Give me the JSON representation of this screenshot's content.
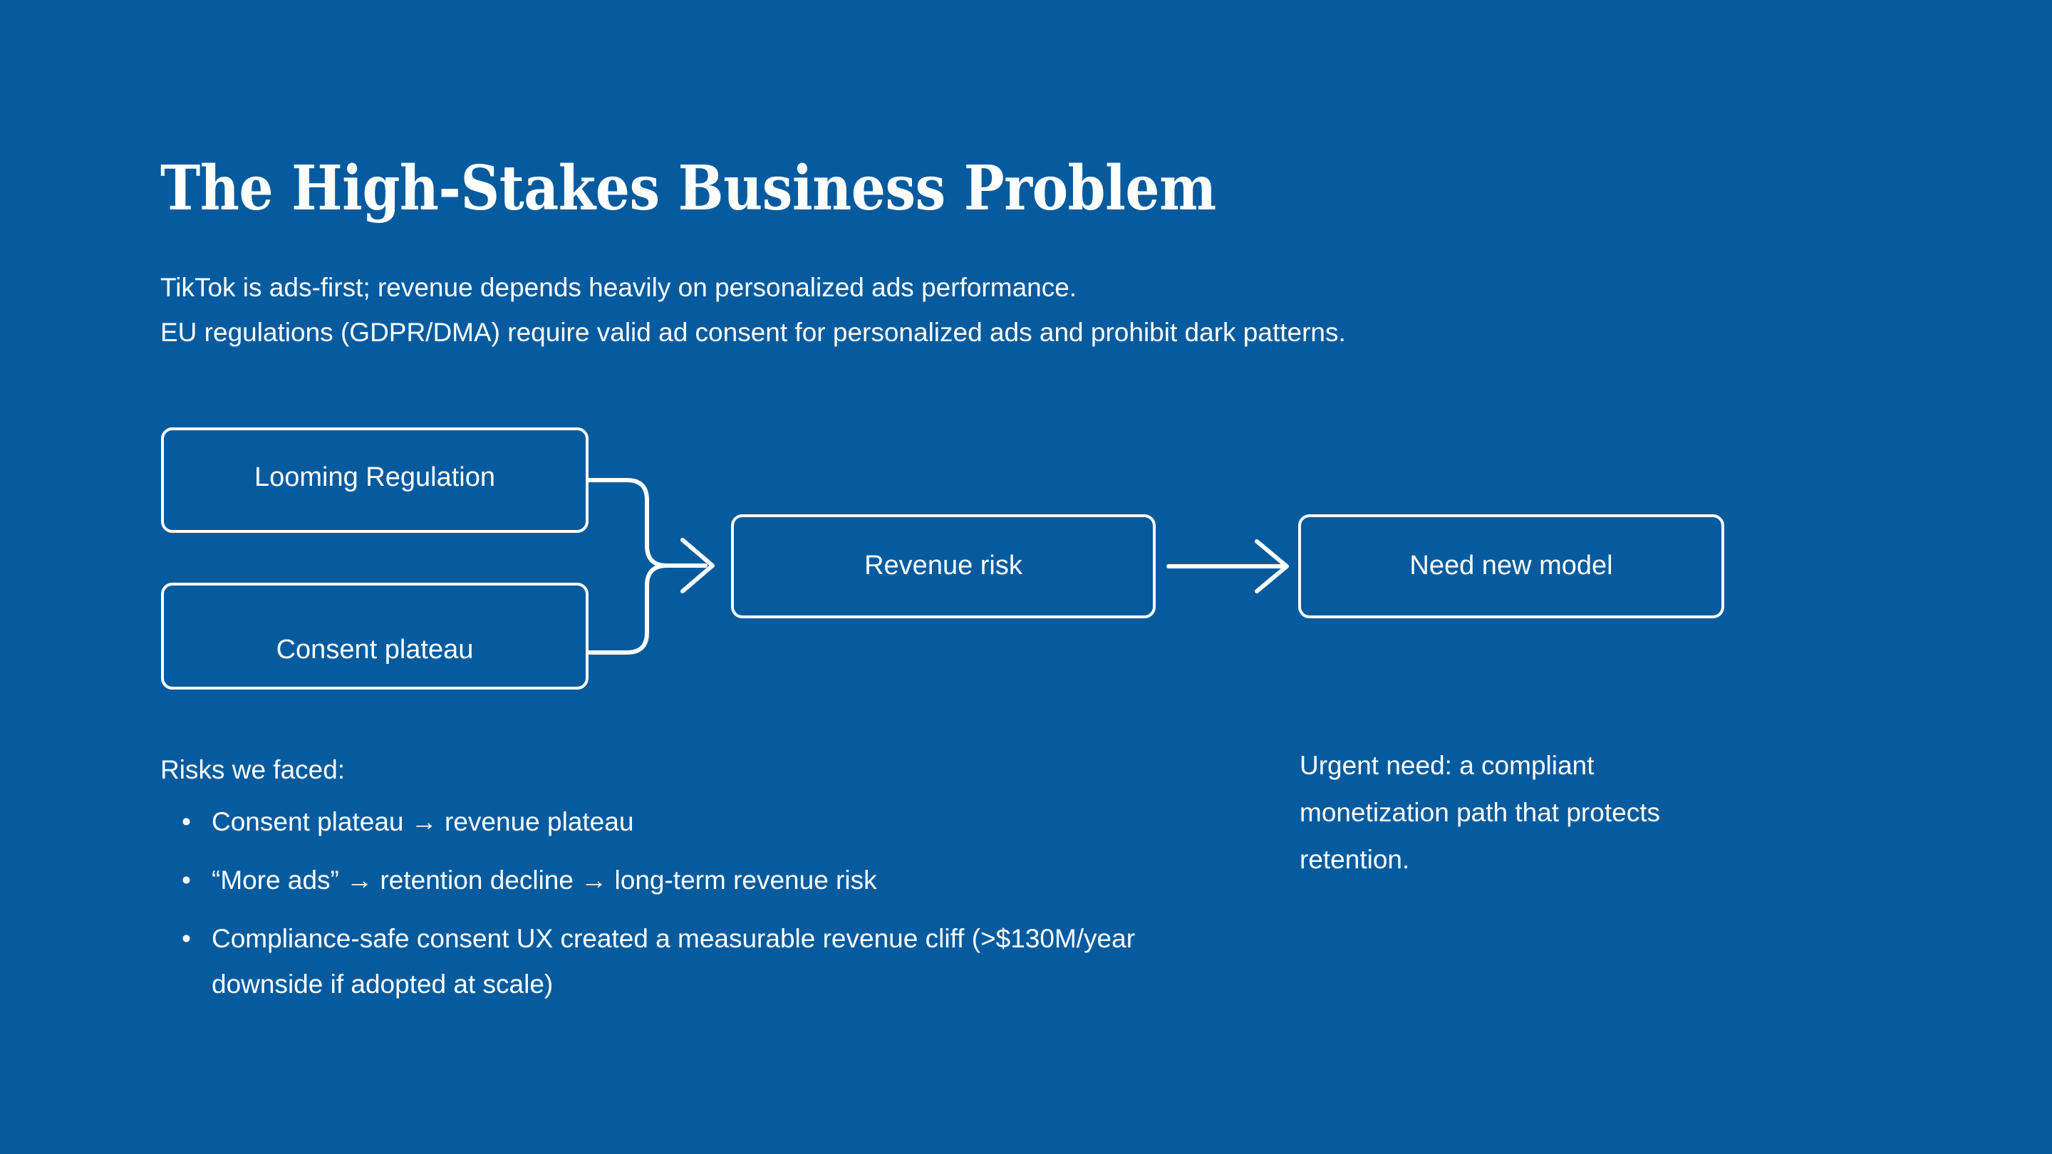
{
  "slide": {
    "background_color": "#065b9e",
    "text_color": "#ffffff",
    "title": "The High-Stakes Business Problem"
  },
  "subtitle": {
    "line1": "TikTok is ads-first; revenue depends heavily on personalized ads performance.",
    "line2": "EU regulations (GDPR/DMA) require valid ad consent for personalized ads and prohibit dark patterns."
  },
  "diagram": {
    "nodes": [
      {
        "id": "looming-regulation",
        "label": "Looming Regulation"
      },
      {
        "id": "consent-plateau",
        "label": "Consent plateau"
      },
      {
        "id": "revenue-risk",
        "label": "Revenue risk"
      },
      {
        "id": "need-new-model",
        "label": "Need new model"
      }
    ],
    "connectors": [
      {
        "from": "looming-regulation",
        "to": "revenue-risk",
        "style": "elbow-curve-arrow"
      },
      {
        "from": "consent-plateau",
        "to": "revenue-risk",
        "style": "elbow-curve-arrow"
      },
      {
        "from": "revenue-risk",
        "to": "need-new-model",
        "style": "straight-arrow"
      }
    ]
  },
  "risks": {
    "heading": "Risks we faced:",
    "bullet_glyph": "•",
    "items": [
      {
        "text": "Consent plateau → revenue plateau"
      },
      {
        "text": "“More ads” → retention decline → long-term revenue risk"
      },
      {
        "text": "Compliance-safe consent UX created a measurable revenue cliff (>$130M/year downside if adopted at scale)"
      }
    ]
  },
  "urgent_need": {
    "text": "Urgent need: a compliant monetization path that protects retention."
  }
}
